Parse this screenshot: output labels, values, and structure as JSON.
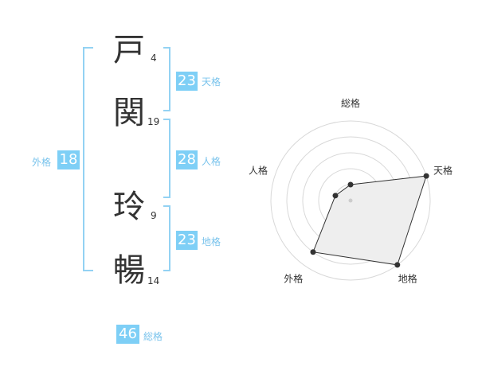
{
  "name": {
    "chars": [
      {
        "char": "戸",
        "strokes": "4"
      },
      {
        "char": "関",
        "strokes": "19"
      },
      {
        "char": "玲",
        "strokes": "9"
      },
      {
        "char": "暢",
        "strokes": "14"
      }
    ]
  },
  "kakusu": {
    "tenkaku": {
      "value": "23",
      "label": "天格"
    },
    "jinkaku": {
      "value": "28",
      "label": "人格"
    },
    "chikaku": {
      "value": "23",
      "label": "地格"
    },
    "gaikaku": {
      "value": "18",
      "label": "外格"
    },
    "soukaku": {
      "value": "46",
      "label": "総格"
    }
  },
  "colors": {
    "accent": "#7ecff6",
    "label": "#79c3ec",
    "bracket": "#93d2f3",
    "text": "#333333"
  },
  "chart_data": {
    "type": "radar",
    "axes": [
      "総格",
      "天格",
      "地格",
      "外格",
      "人格"
    ],
    "max": 5,
    "rings": 5,
    "values": [
      1,
      5,
      5,
      4,
      1
    ],
    "fill": "#eeeeee",
    "stroke": "#333333"
  }
}
